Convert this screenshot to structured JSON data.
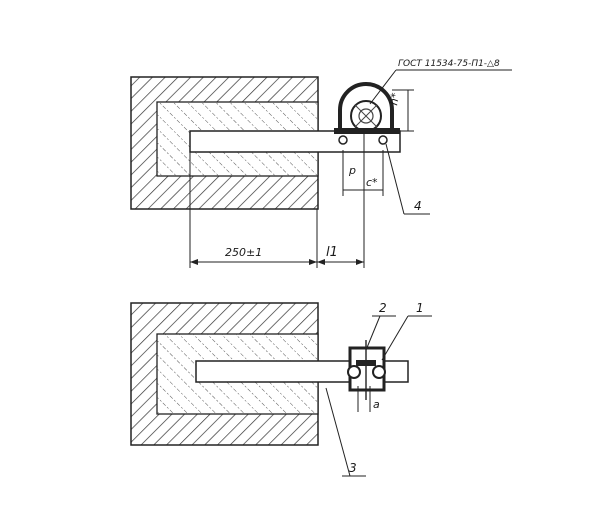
{
  "labels": {
    "gost_note": "ГОСТ 11534-75-П1-△8",
    "dim_250": "250±1",
    "dim_l1": "l1",
    "dim_p": "p",
    "dim_c": "c*",
    "dim_h": "h*",
    "callout_1": "1",
    "callout_2": "2",
    "callout_3": "3",
    "callout_4": "4",
    "marker_a": "a"
  }
}
